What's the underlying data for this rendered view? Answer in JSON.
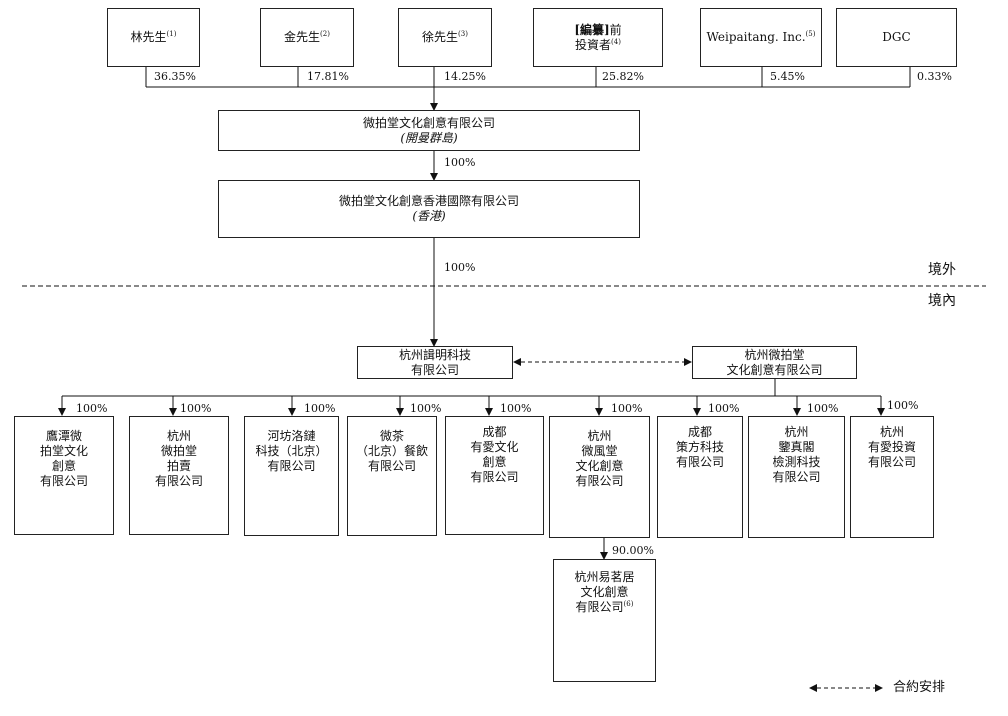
{
  "shareholders": [
    {
      "name": "林先生",
      "note": "(1)",
      "pct": "36.35%"
    },
    {
      "name": "金先生",
      "note": "(2)",
      "pct": "17.81%"
    },
    {
      "name": "徐先生",
      "note": "(3)",
      "pct": "14.25%"
    },
    {
      "name_bold": "[編纂]",
      "name_rest": "前",
      "line2": "投資者",
      "note": "(4)",
      "pct": "25.82%"
    },
    {
      "name": "Weipaitang. Inc.",
      "note": "(5)",
      "pct": "5.45%"
    },
    {
      "name": "DGC",
      "pct": "0.33%"
    }
  ],
  "cayman": {
    "name": "微拍堂文化創意有限公司",
    "loc": "(開曼群島)",
    "pct": "100%"
  },
  "hk": {
    "name": "微拍堂文化創意香港國際有限公司",
    "loc": "(香港)",
    "pct": "100%"
  },
  "regions": {
    "offshore": "境外",
    "onshore": "境內"
  },
  "wfoe": {
    "line1": "杭州諿明科技",
    "line2": "有限公司"
  },
  "opco": {
    "line1": "杭州微拍堂",
    "line2": "文化創意有限公司"
  },
  "subsidiaries": [
    {
      "lines": [
        "鷹潭微",
        "拍堂文化",
        "創意",
        "有限公司"
      ],
      "pct": "100%"
    },
    {
      "lines": [
        "杭州",
        "微拍堂",
        "拍賣",
        "有限公司"
      ],
      "pct": "100%"
    },
    {
      "lines": [
        "河坊洛鏈",
        "科技（北京）",
        "有限公司"
      ],
      "pct": "100%"
    },
    {
      "lines": [
        "微茶",
        "（北京）餐飲",
        "有限公司"
      ],
      "pct": "100%"
    },
    {
      "lines": [
        "成都",
        "有愛文化",
        "創意",
        "有限公司"
      ],
      "pct": "100%"
    },
    {
      "lines": [
        "杭州",
        "微風堂",
        "文化創意",
        "有限公司"
      ],
      "pct": "100%"
    },
    {
      "lines": [
        "成都",
        "策方科技",
        "有限公司"
      ],
      "pct": "100%"
    },
    {
      "lines": [
        "杭州",
        "鑒真閣",
        "檢測科技",
        "有限公司"
      ],
      "pct": "100%"
    },
    {
      "lines": [
        "杭州",
        "有愛投資",
        "有限公司"
      ],
      "pct": "100%"
    }
  ],
  "subsub": {
    "line1": "杭州易茗居",
    "line2": "文化創意",
    "line3": "有限公司",
    "note": "(6)",
    "pct": "90.00%"
  },
  "legend": {
    "label": "合約安排"
  }
}
